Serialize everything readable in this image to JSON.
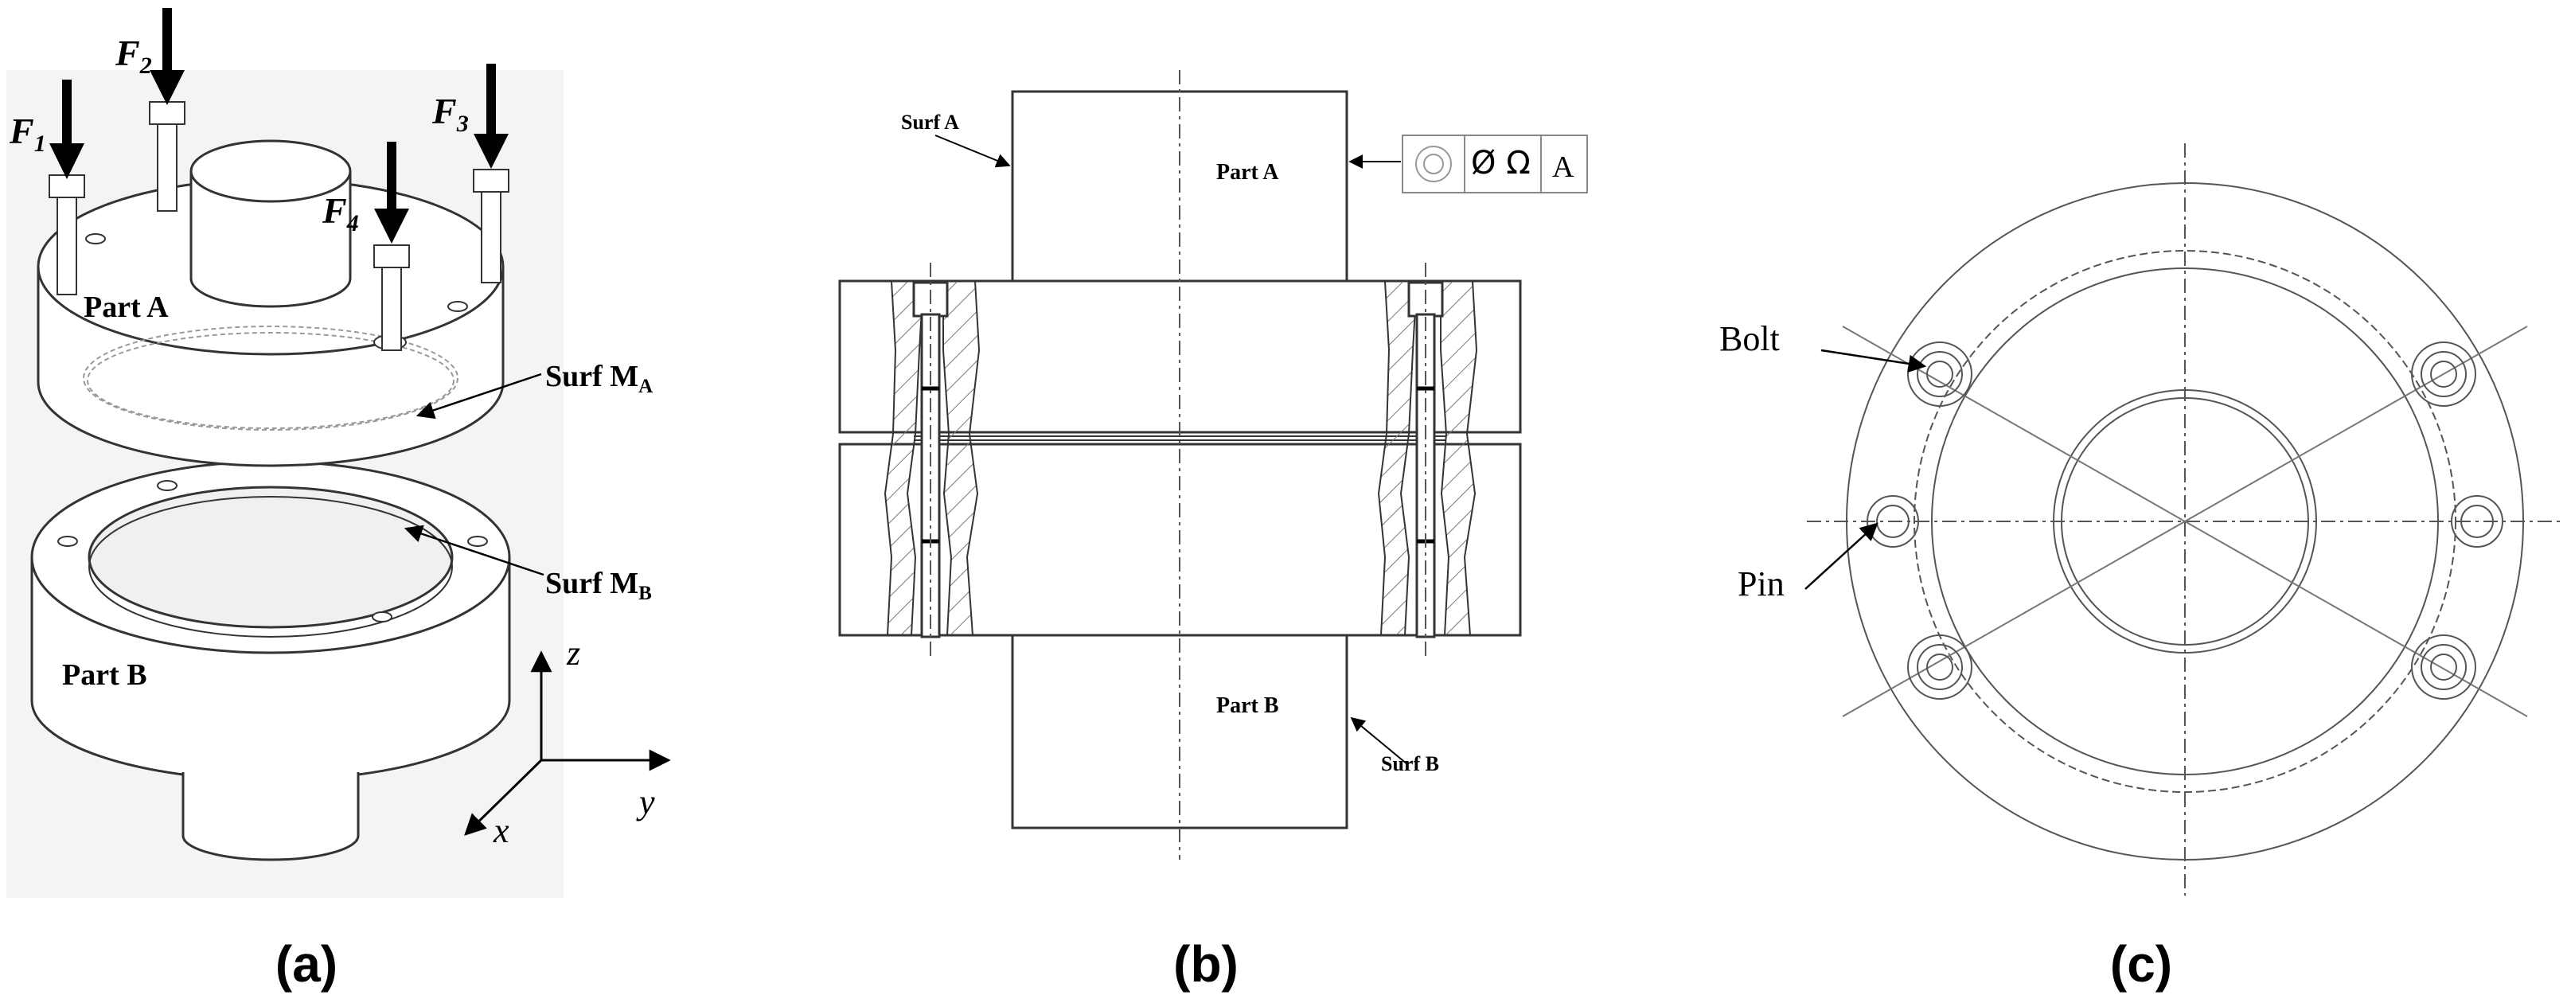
{
  "panel_a": {
    "caption": "(a)",
    "forces": [
      "F",
      "F",
      "F",
      "F"
    ],
    "force_subs": [
      "1",
      "2",
      "3",
      "4"
    ],
    "part_a": "Part A",
    "part_b": "Part B",
    "surf_ma": "Surf M",
    "surf_ma_sub": "A",
    "surf_mb": "Surf M",
    "surf_mb_sub": "B",
    "axis_z": "z",
    "axis_y": "y",
    "axis_x": "x"
  },
  "panel_b": {
    "caption": "(b)",
    "surf_a": "Surf A",
    "surf_b": "Surf B",
    "part_a": "Part A",
    "part_b": "Part B",
    "tolerance_symbol": "Ø Ω",
    "datum": "A"
  },
  "panel_c": {
    "caption": "(c)",
    "bolt": "Bolt",
    "pin": "Pin"
  }
}
